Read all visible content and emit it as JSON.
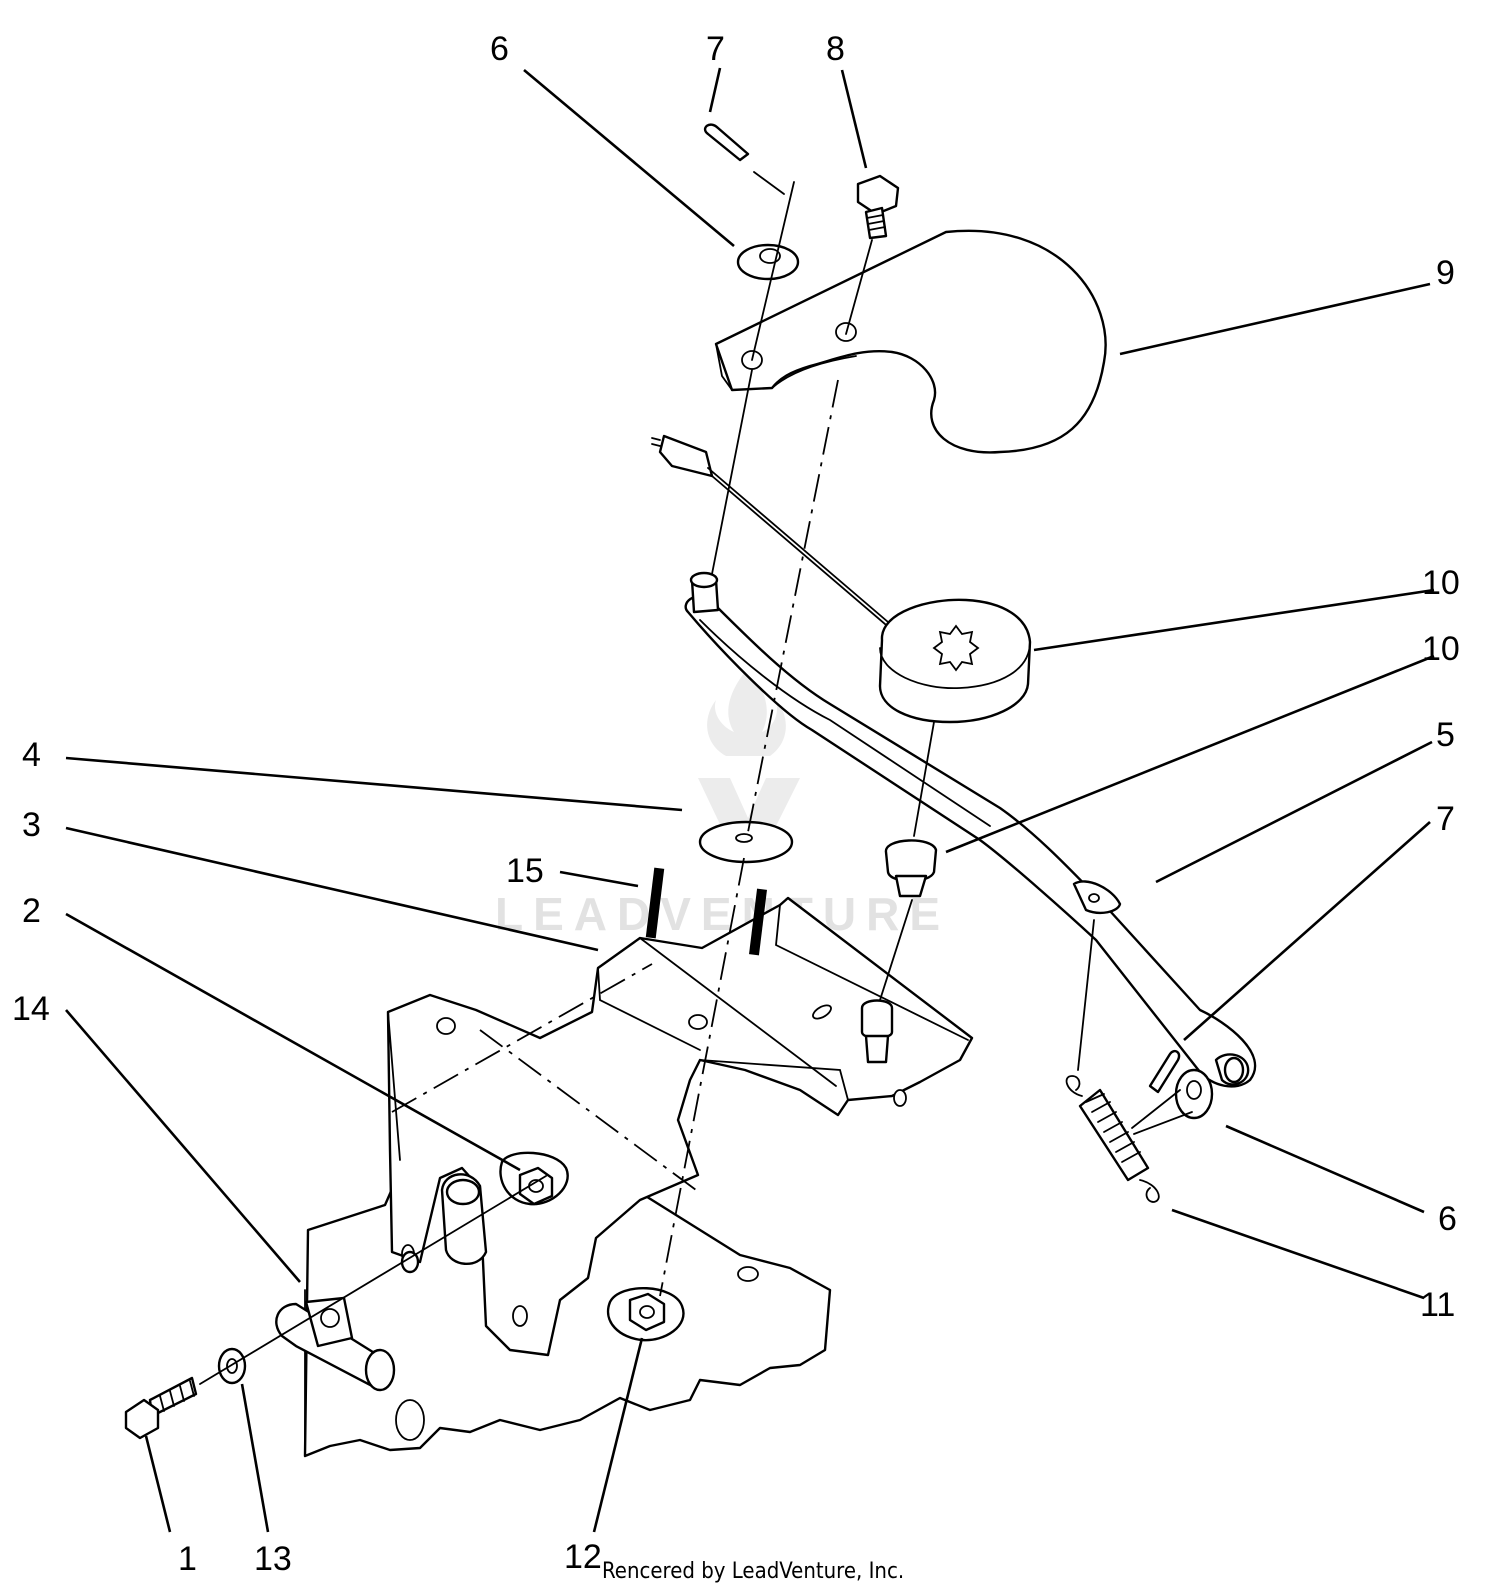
{
  "callouts": {
    "c6_top": "6",
    "c7_top": "7",
    "c8": "8",
    "c9": "9",
    "c10_a": "10",
    "c10_b": "10",
    "c4": "4",
    "c5": "5",
    "c3": "3",
    "c7_right": "7",
    "c15": "15",
    "c2": "2",
    "c14": "14",
    "c6_right": "6",
    "c11": "11",
    "c1": "1",
    "c13": "13",
    "c12": "12"
  },
  "watermark": "LEADVENTURE",
  "credit": "Rencered by LeadVenture, Inc."
}
